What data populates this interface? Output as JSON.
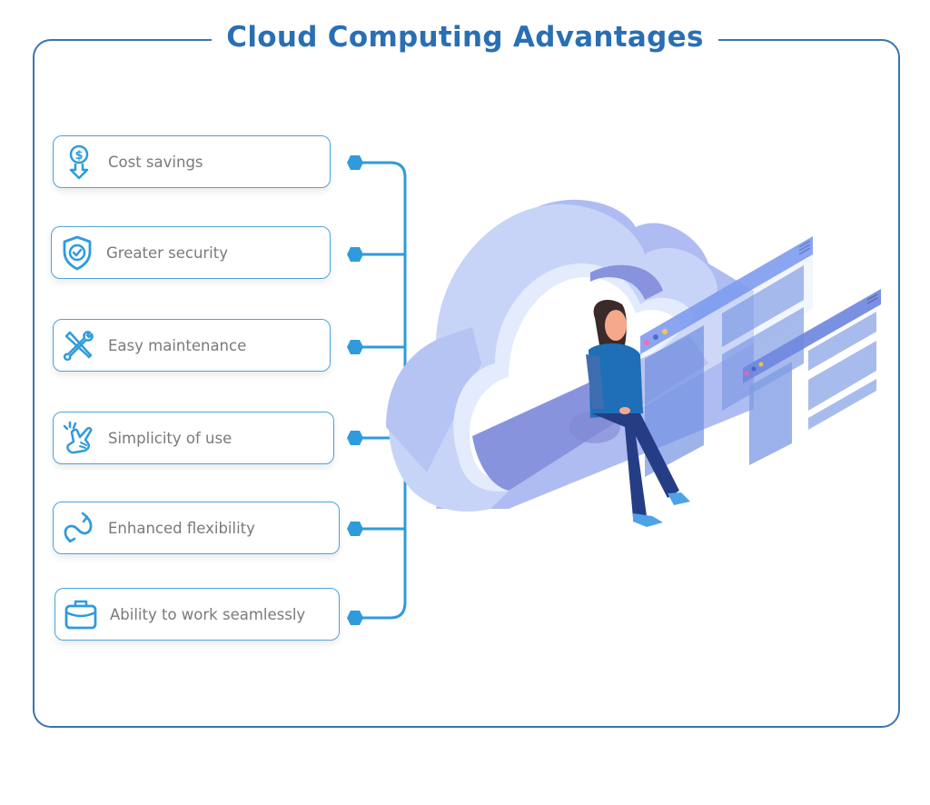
{
  "title": "Cloud Computing Advantages",
  "colors": {
    "frame": "#3a74b3",
    "title": "#2a6fb3",
    "accent": "#2f9bdc",
    "card_border": "#4ea3d8",
    "label_text": "#7a7a7a"
  },
  "advantages": [
    {
      "label": "Cost savings",
      "icon": "dollar-down-arrow-icon"
    },
    {
      "label": "Greater security",
      "icon": "shield-check-icon"
    },
    {
      "label": "Easy maintenance",
      "icon": "wrench-screwdriver-icon"
    },
    {
      "label": "Simplicity of use",
      "icon": "hand-click-icon"
    },
    {
      "label": "Enhanced flexibility",
      "icon": "flexible-arrows-icon"
    },
    {
      "label": "Ability to work seamlessly",
      "icon": "briefcase-icon"
    }
  ],
  "illustration": {
    "description": "Isometric cloud with a woman sitting on it next to floating browser windows"
  }
}
